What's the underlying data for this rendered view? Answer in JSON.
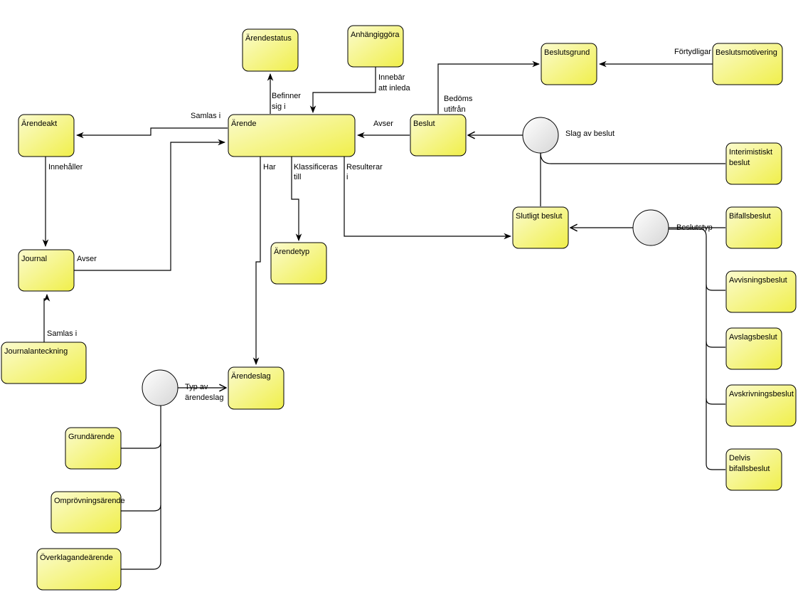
{
  "nodes": {
    "arendestatus": "Ärendestatus",
    "anhangiggora": "Anhängiggöra",
    "beslutsgrund": "Beslutsgrund",
    "beslutsmotivering": "Beslutsmotivering",
    "arendeakt": "Ärendeakt",
    "arende": "Ärende",
    "beslut": "Beslut",
    "interimistiskt_line1": "Interimistiskt",
    "interimistiskt_line2": "beslut",
    "journal": "Journal",
    "arendetyp": "Ärendetyp",
    "slutligt_beslut": "Slutligt beslut",
    "bifallsbeslut": "Bifallsbeslut",
    "avvisningsbeslut": "Avvisningsbeslut",
    "avslagsbeslut": "Avslagsbeslut",
    "avskrivningsbeslut": "Avskrivningsbeslut",
    "delvis_line1": "Delvis",
    "delvis_line2": "bifallsbeslut",
    "journalanteckning": "Journalanteckning",
    "arendeslag": "Ärendeslag",
    "grundarende": "Grundärende",
    "omprovningsarende": "Omprövningsärende",
    "overklagandearende": "Överklagandeärende"
  },
  "edges": {
    "befinner_1": "Befinner",
    "befinner_2": "sig i",
    "innebar_1": "Innebär",
    "innebar_2": "att inleda",
    "fortydligar": "Förtydligar",
    "samlas_i_akt": "Samlas i",
    "avser_arende": "Avser",
    "bedoms_1": "Bedöms",
    "bedoms_2": "utifrån",
    "slag_av_beslut": "Slag av beslut",
    "innehaller": "Innehåller",
    "har": "Har",
    "klassificeras_1": "Klassificeras",
    "klassificeras_2": "till",
    "resulterar_1": "Resulterar",
    "resulterar_2": "i",
    "avser_journal": "Avser",
    "beslutstyp": "Beslutstyp",
    "samlas_i_journal": "Samlas i",
    "typ_av_1": "Typ av",
    "typ_av_2": "ärendeslag"
  },
  "colors": {
    "node_fill_light": "#fbfbce",
    "node_fill_dark": "#f0ef4a",
    "stroke": "#000000",
    "circle_light": "#ffffff",
    "circle_dark": "#d6d6d6"
  }
}
